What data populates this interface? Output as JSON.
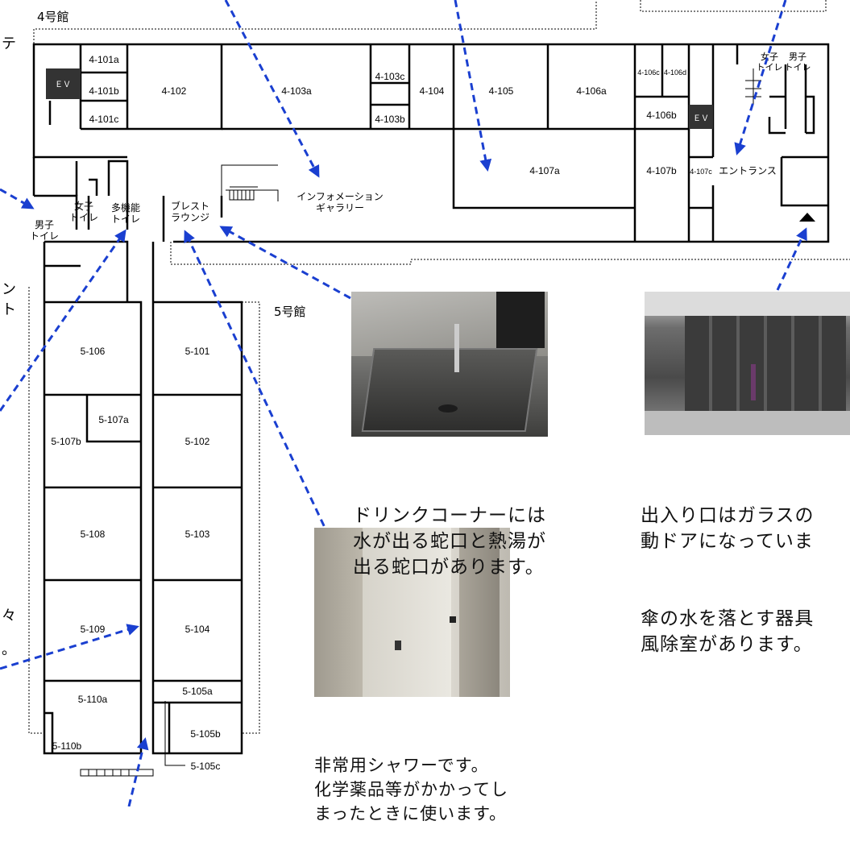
{
  "buildings": {
    "b4": "4号館",
    "b5": "5号館"
  },
  "rooms4": [
    {
      "id": "r4101a",
      "label": "4-101a"
    },
    {
      "id": "r4101b",
      "label": "4-101b"
    },
    {
      "id": "r4101c",
      "label": "4-101c"
    },
    {
      "id": "r4102",
      "label": "4-102"
    },
    {
      "id": "r4103a",
      "label": "4-103a"
    },
    {
      "id": "r4103c",
      "label": "4-103c"
    },
    {
      "id": "r4103b",
      "label": "4-103b"
    },
    {
      "id": "r4104",
      "label": "4-104"
    },
    {
      "id": "r4105",
      "label": "4-105"
    },
    {
      "id": "r4106a",
      "label": "4-106a"
    },
    {
      "id": "r4106c",
      "label": "4-106c"
    },
    {
      "id": "r4106d",
      "label": "4-106d"
    },
    {
      "id": "r4106b",
      "label": "4-106b"
    },
    {
      "id": "r4107a",
      "label": "4-107a"
    },
    {
      "id": "r4107b",
      "label": "4-107b"
    },
    {
      "id": "r4107c",
      "label": "4-107c"
    }
  ],
  "rooms5": [
    {
      "id": "r5106",
      "label": "5-106"
    },
    {
      "id": "r5101",
      "label": "5-101"
    },
    {
      "id": "r5107a",
      "label": "5-107a"
    },
    {
      "id": "r5107b",
      "label": "5-107b"
    },
    {
      "id": "r5102",
      "label": "5-102"
    },
    {
      "id": "r5108",
      "label": "5-108"
    },
    {
      "id": "r5103",
      "label": "5-103"
    },
    {
      "id": "r5109",
      "label": "5-109"
    },
    {
      "id": "r5104",
      "label": "5-104"
    },
    {
      "id": "r5110a",
      "label": "5-110a"
    },
    {
      "id": "r5105a",
      "label": "5-105a"
    },
    {
      "id": "r5110b",
      "label": "5-110b"
    },
    {
      "id": "r5105b",
      "label": "5-105b"
    },
    {
      "id": "r5105c",
      "label": "5-105c"
    }
  ],
  "facilities": {
    "ev": "ＥＶ",
    "women_toilet": [
      "女子",
      "トイレ"
    ],
    "men_toilet": [
      "男子",
      "トイレ"
    ],
    "multi_toilet": [
      "多機能",
      "トイレ"
    ],
    "entrance": "エントランス",
    "info_gallery": [
      "インフォメーション",
      "ギャラリー"
    ],
    "break_lounge": [
      "ブレスト",
      "ラウンジ"
    ]
  },
  "captions": {
    "sink": [
      "ドリンクコーナーには",
      "水が出る蛇口と熱湯が",
      "出る蛇口があります。"
    ],
    "entrance": [
      "出入り口はガラスの",
      "動ドアになっていま",
      "傘の水を落とす器具",
      "風除室があります。"
    ],
    "shower": [
      "非常用シャワーです。",
      "化学薬品等がかかってし",
      "まったときに使います。"
    ],
    "left_edge": [
      "テ",
      "ン",
      "ト",
      "々",
      "。"
    ]
  },
  "colors": {
    "arrow": "#1a3fd0",
    "wall": "#000000",
    "ev": "#333333"
  },
  "photos": [
    "sink-photo",
    "entrance-photo",
    "shower-photo"
  ]
}
